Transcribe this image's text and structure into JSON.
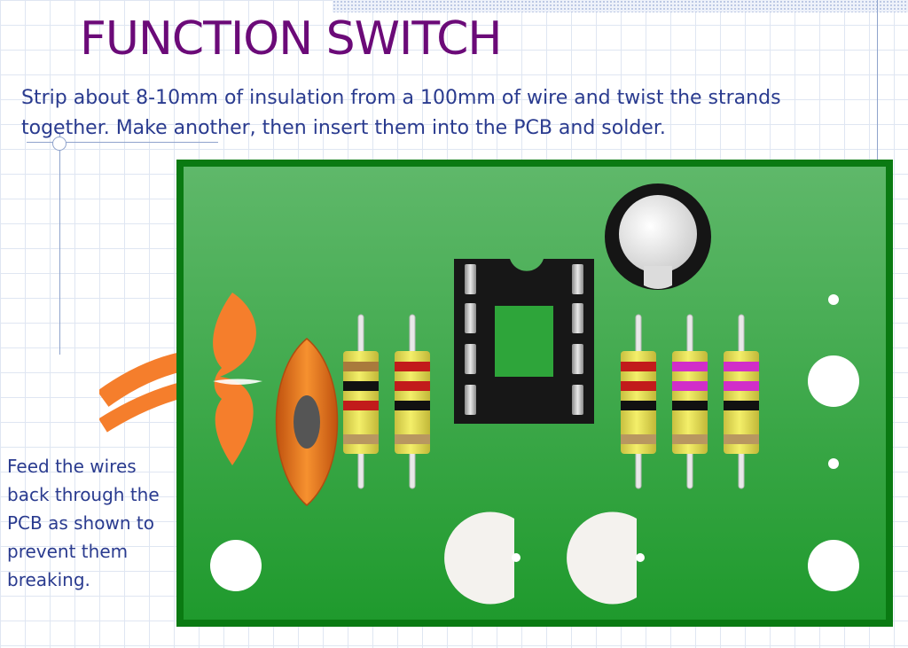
{
  "slide": {
    "title": "FUNCTION SWITCH",
    "instruction": "Strip about 8-10mm of insulation from a 100mm of wire and twist the strands together. Make another, then insert them into the PCB and solder.",
    "side_note": "Feed the wires back through the PCB as shown to prevent them breaking."
  },
  "figure": {
    "board_color": "#1f9a2d",
    "board_border_color": "#0a7a12",
    "wire_color": "#f57e2c",
    "resistors": [
      {
        "bands": [
          "#a97a3c",
          "#111111",
          "#c21b1b",
          "#b89760"
        ]
      },
      {
        "bands": [
          "#c21b1b",
          "#c21b1b",
          "#111111",
          "#b89760"
        ]
      },
      {
        "bands": [
          "#c21b1b",
          "#c21b1b",
          "#111111",
          "#b89760"
        ]
      },
      {
        "bands": [
          "#d12ec9",
          "#d12ec9",
          "#111111",
          "#b89760"
        ]
      },
      {
        "bands": [
          "#d12ec9",
          "#d12ec9",
          "#111111",
          "#b89760"
        ]
      }
    ]
  }
}
